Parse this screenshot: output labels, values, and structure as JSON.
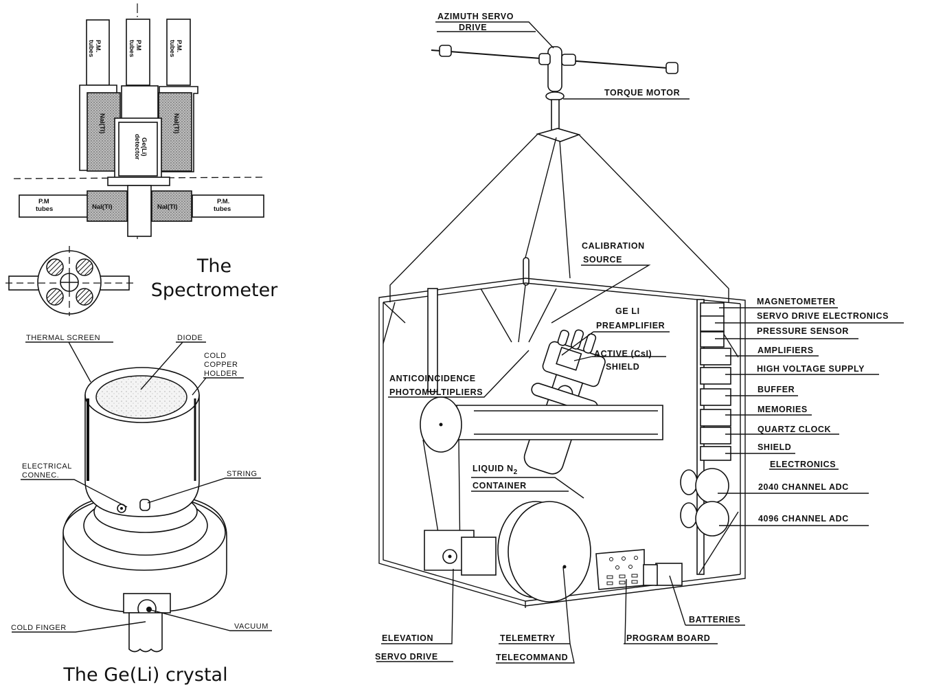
{
  "figure": {
    "spectrometer": {
      "caption_line1": "The",
      "caption_line2": "Spectrometer",
      "labels": {
        "pm_tubes_top_left": [
          "P.M.",
          "tubes"
        ],
        "pm_tubes_top_center": [
          "P.M",
          "tubes"
        ],
        "pm_tubes_top_right": [
          "P.M.",
          "tubes"
        ],
        "nai_left": "NaI(Tl)",
        "nai_right": "NaI(Tl)",
        "ge_detector": [
          "Ge(Li)",
          "detector"
        ],
        "pm_tubes_bottom_left": [
          "P.M",
          "tubes"
        ],
        "pm_tubes_bottom_right": [
          "P.M.",
          "tubes"
        ],
        "nai_bottom_left": "NaI(Tl)",
        "nai_bottom_right": "NaI(Tl)"
      }
    },
    "crystal": {
      "caption": "The Ge(Li) crystal",
      "labels": {
        "thermal_screen": "THERMAL SCREEN",
        "diode": "DIODE",
        "cold_copper_holder": [
          "COLD",
          "COPPER",
          "HOLDER"
        ],
        "electrical_connec": [
          "ELECTRICAL",
          "CONNEC."
        ],
        "string": "STRING",
        "cold_finger": "COLD FINGER",
        "vacuum": "VACUUM"
      }
    },
    "gondola": {
      "labels": {
        "azimuth_servo_drive": [
          "AZIMUTH  SERVO",
          "DRIVE"
        ],
        "torque_motor": "TORQUE  MOTOR",
        "calibration_source": [
          "CALIBRATION",
          "SOURCE"
        ],
        "ge_li_preamplifier": [
          "GE  LI",
          "PREAMPLIFIER"
        ],
        "active_csi_shield": [
          "ACTIVE (CsI)",
          "SHIELD"
        ],
        "anticoincidence_photomultipliers": [
          "ANTICOINCIDENCE",
          "PHOTOMULTIPLIERS"
        ],
        "liquid_n2_container": [
          "LIQUID  N",
          "2",
          "CONTAINER"
        ],
        "elevation_servo_drive": [
          "ELEVATION",
          "SERVO  DRIVE"
        ],
        "telemetry_telecommand": [
          "TELEMETRY",
          "TELECOMMAND"
        ],
        "program_board": "PROGRAM  BOARD",
        "batteries": "BATTERIES"
      },
      "electronics_rack": [
        "MAGNETOMETER",
        "SERVO  DRIVE  ELECTRONICS",
        "PRESSURE  SENSOR",
        "AMPLIFIERS",
        "HIGH  VOLTAGE  SUPPLY",
        "BUFFER",
        "MEMORIES",
        "QUARTZ  CLOCK",
        "SHIELD",
        "ELECTRONICS",
        "2040  CHANNEL  ADC",
        "4096  CHANNEL  ADC"
      ]
    }
  }
}
